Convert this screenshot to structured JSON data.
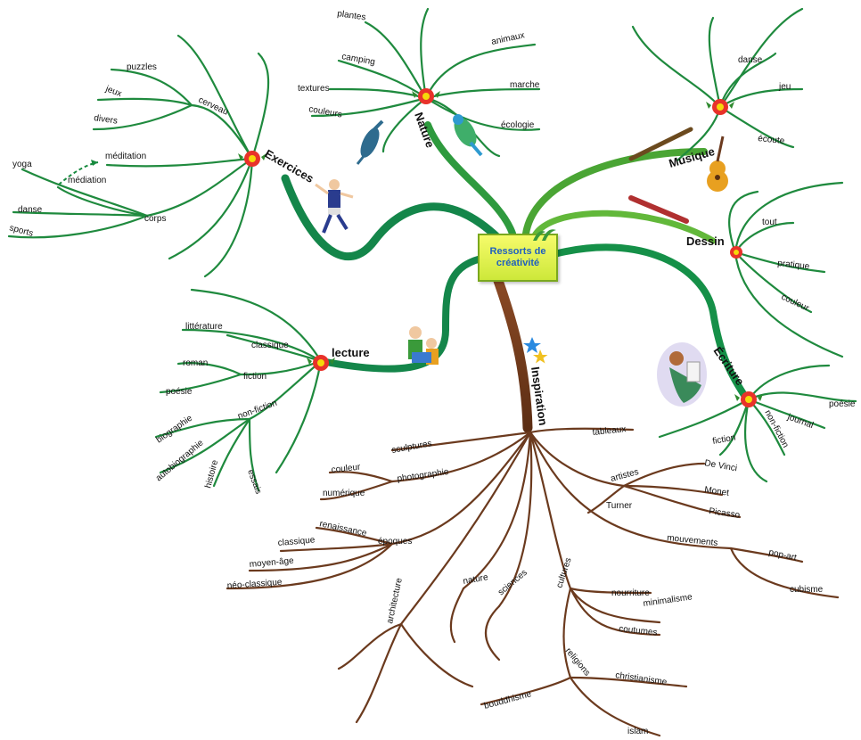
{
  "center": {
    "label": "Ressorts de créativité"
  },
  "branches": {
    "exercices": {
      "label": "Exercices",
      "color": "#1a8a3a",
      "children": [
        "cerveau",
        "puzzles",
        "jeux",
        "divers",
        "méditation",
        "yoga",
        "médiation",
        "corps",
        "danse",
        "sports"
      ]
    },
    "nature": {
      "label": "Nature",
      "color": "#2e8b2e",
      "children": [
        "plantes",
        "animaux",
        "camping",
        "textures",
        "marche",
        "couleurs",
        "écologie"
      ]
    },
    "musique": {
      "label": "Musique",
      "color": "#3f9a27",
      "children": [
        "danse",
        "jeu",
        "écoute"
      ]
    },
    "dessin": {
      "label": "Dessin",
      "color": "#5db52b",
      "children": [
        "tout",
        "pratique",
        "couleur"
      ]
    },
    "ecriture": {
      "label": "Écriture",
      "color": "#1a8a3a",
      "children": [
        "poésie",
        "journal",
        "non-fiction",
        "fiction"
      ]
    },
    "lecture": {
      "label": "lecture",
      "color": "#1a8a3a",
      "children": [
        "littérature",
        "classique",
        "roman",
        "fiction",
        "poésie",
        "non-fiction",
        "biographie",
        "autobiographie",
        "histoire",
        "essais"
      ]
    },
    "inspiration": {
      "label": "Inspiration",
      "color": "#6b3a1e",
      "children": [
        "tableaux",
        "sculptures",
        "couleur",
        "photographie",
        "numérique",
        "artistes",
        "De Vinci",
        "Monet",
        "Turner",
        "Picasso",
        "renaissance",
        "époques",
        "classique",
        "moyen-âge",
        "néo-classique",
        "mouvements",
        "pop-art",
        "cubisme",
        "nature",
        "sciences",
        "cultures",
        "architecture",
        "nourriture",
        "minimalisme",
        "coutumes",
        "religions",
        "christianisme",
        "bouddhisme",
        "islam"
      ]
    }
  },
  "colors": {
    "green_dark": "#178a3e",
    "green_light": "#6dbb3a",
    "brown": "#6b3a1e",
    "flower_red": "#e8322a",
    "flower_yellow": "#f5d90a"
  }
}
